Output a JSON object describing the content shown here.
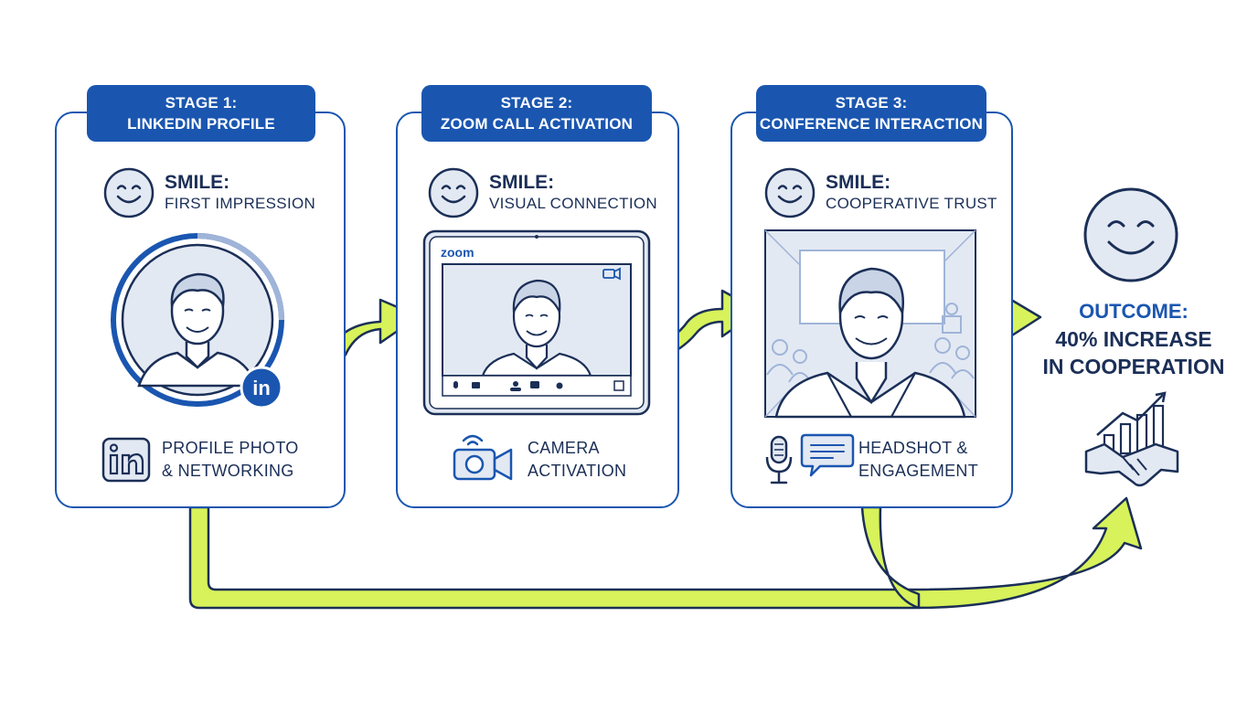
{
  "stages": [
    {
      "badge_line1": "STAGE 1:",
      "badge_line2": "LINKEDIN PROFILE",
      "smile_title": "SMILE:",
      "smile_sub": "FIRST IMPRESSION",
      "caption_line1": "PROFILE PHOTO",
      "caption_line2": "& NETWORKING",
      "badge_text": "in"
    },
    {
      "badge_line1": "STAGE 2:",
      "badge_line2": "ZOOM CALL ACTIVATION",
      "smile_title": "SMILE:",
      "smile_sub": "VISUAL CONNECTION",
      "caption_line1": "CAMERA",
      "caption_line2": "ACTIVATION",
      "window_brand": "zoom"
    },
    {
      "badge_line1": "STAGE 3:",
      "badge_line2": "CONFERENCE INTERACTION",
      "smile_title": "SMILE:",
      "smile_sub": "COOPERATIVE TRUST",
      "caption_line1": "HEADSHOT &",
      "caption_line2": "ENGAGEMENT"
    }
  ],
  "outcome": {
    "title": "OUTCOME:",
    "line1": "40% INCREASE",
    "line2": "IN COOPERATION"
  },
  "colors": {
    "brand_blue": "#1a56b0",
    "navy": "#1b2f57",
    "arrow_green": "#d7f25a",
    "icon_fill": "#e3e9f3"
  }
}
